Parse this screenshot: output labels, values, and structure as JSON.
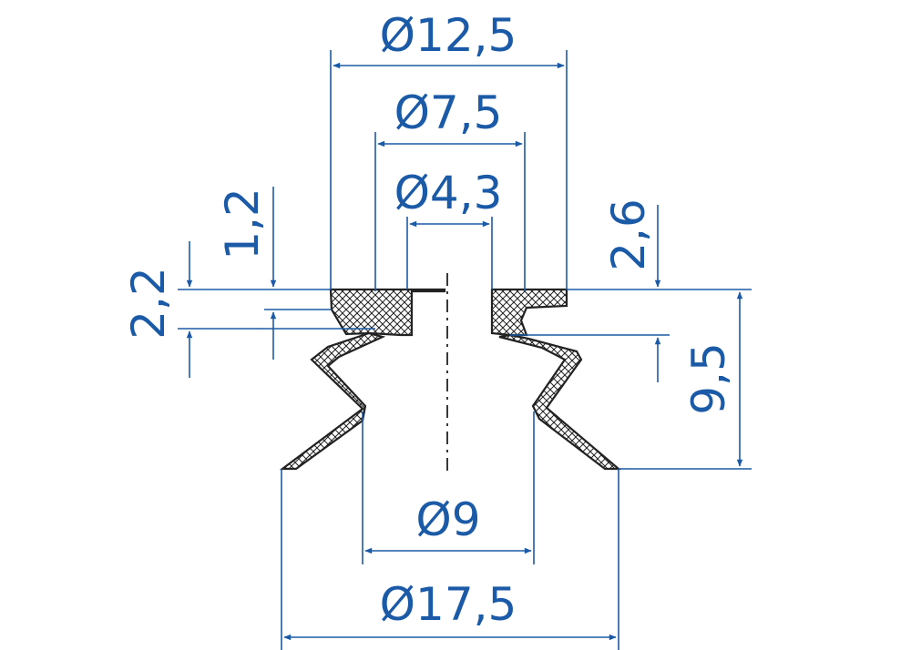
{
  "colors": {
    "dimension": "#1b5aa6",
    "outline": "#222222",
    "hatch": "#222222",
    "background": "#ffffff"
  },
  "dimensions": {
    "d_outer_top": "Ø12,5",
    "d_mid_top": "Ø7,5",
    "d_inner": "Ø4,3",
    "d_lip_inner": "Ø9",
    "d_lip_outer": "Ø17,5",
    "h_total": "9,5",
    "h_flange_left": "2,2",
    "h_flange_thin": "1,2",
    "h_right": "2,6"
  }
}
